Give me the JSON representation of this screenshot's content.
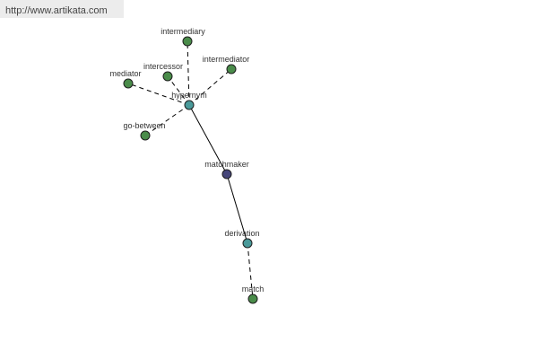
{
  "watermark": {
    "text": "http://www.artikata.com"
  },
  "colors": {
    "synonym": "#4a8c4a",
    "hypernym": "#4a9a9a",
    "center": "#46467a",
    "derivation": "#4a9a9a",
    "background_watermark": "#ececec"
  },
  "nodes": [
    {
      "id": "intermediary",
      "label": "intermediary",
      "role": "synonym"
    },
    {
      "id": "intercessor",
      "label": "intercessor",
      "role": "synonym"
    },
    {
      "id": "intermediator",
      "label": "intermediator",
      "role": "synonym"
    },
    {
      "id": "mediator",
      "label": "mediator",
      "role": "synonym"
    },
    {
      "id": "go-between",
      "label": "go-between",
      "role": "synonym"
    },
    {
      "id": "hypernym",
      "label": "hypernym",
      "role": "hypernym"
    },
    {
      "id": "matchmaker",
      "label": "matchmaker",
      "role": "center"
    },
    {
      "id": "derivation",
      "label": "derivation",
      "role": "derivation"
    },
    {
      "id": "match",
      "label": "match",
      "role": "synonym"
    }
  ],
  "edges": [
    {
      "from": "hypernym",
      "to": "intermediary",
      "style": "dashed"
    },
    {
      "from": "hypernym",
      "to": "intercessor",
      "style": "dashed"
    },
    {
      "from": "hypernym",
      "to": "intermediator",
      "style": "dashed"
    },
    {
      "from": "hypernym",
      "to": "mediator",
      "style": "dashed"
    },
    {
      "from": "hypernym",
      "to": "go-between",
      "style": "dashed"
    },
    {
      "from": "hypernym",
      "to": "matchmaker",
      "style": "solid"
    },
    {
      "from": "matchmaker",
      "to": "derivation",
      "style": "solid"
    },
    {
      "from": "derivation",
      "to": "match",
      "style": "dashed"
    }
  ]
}
